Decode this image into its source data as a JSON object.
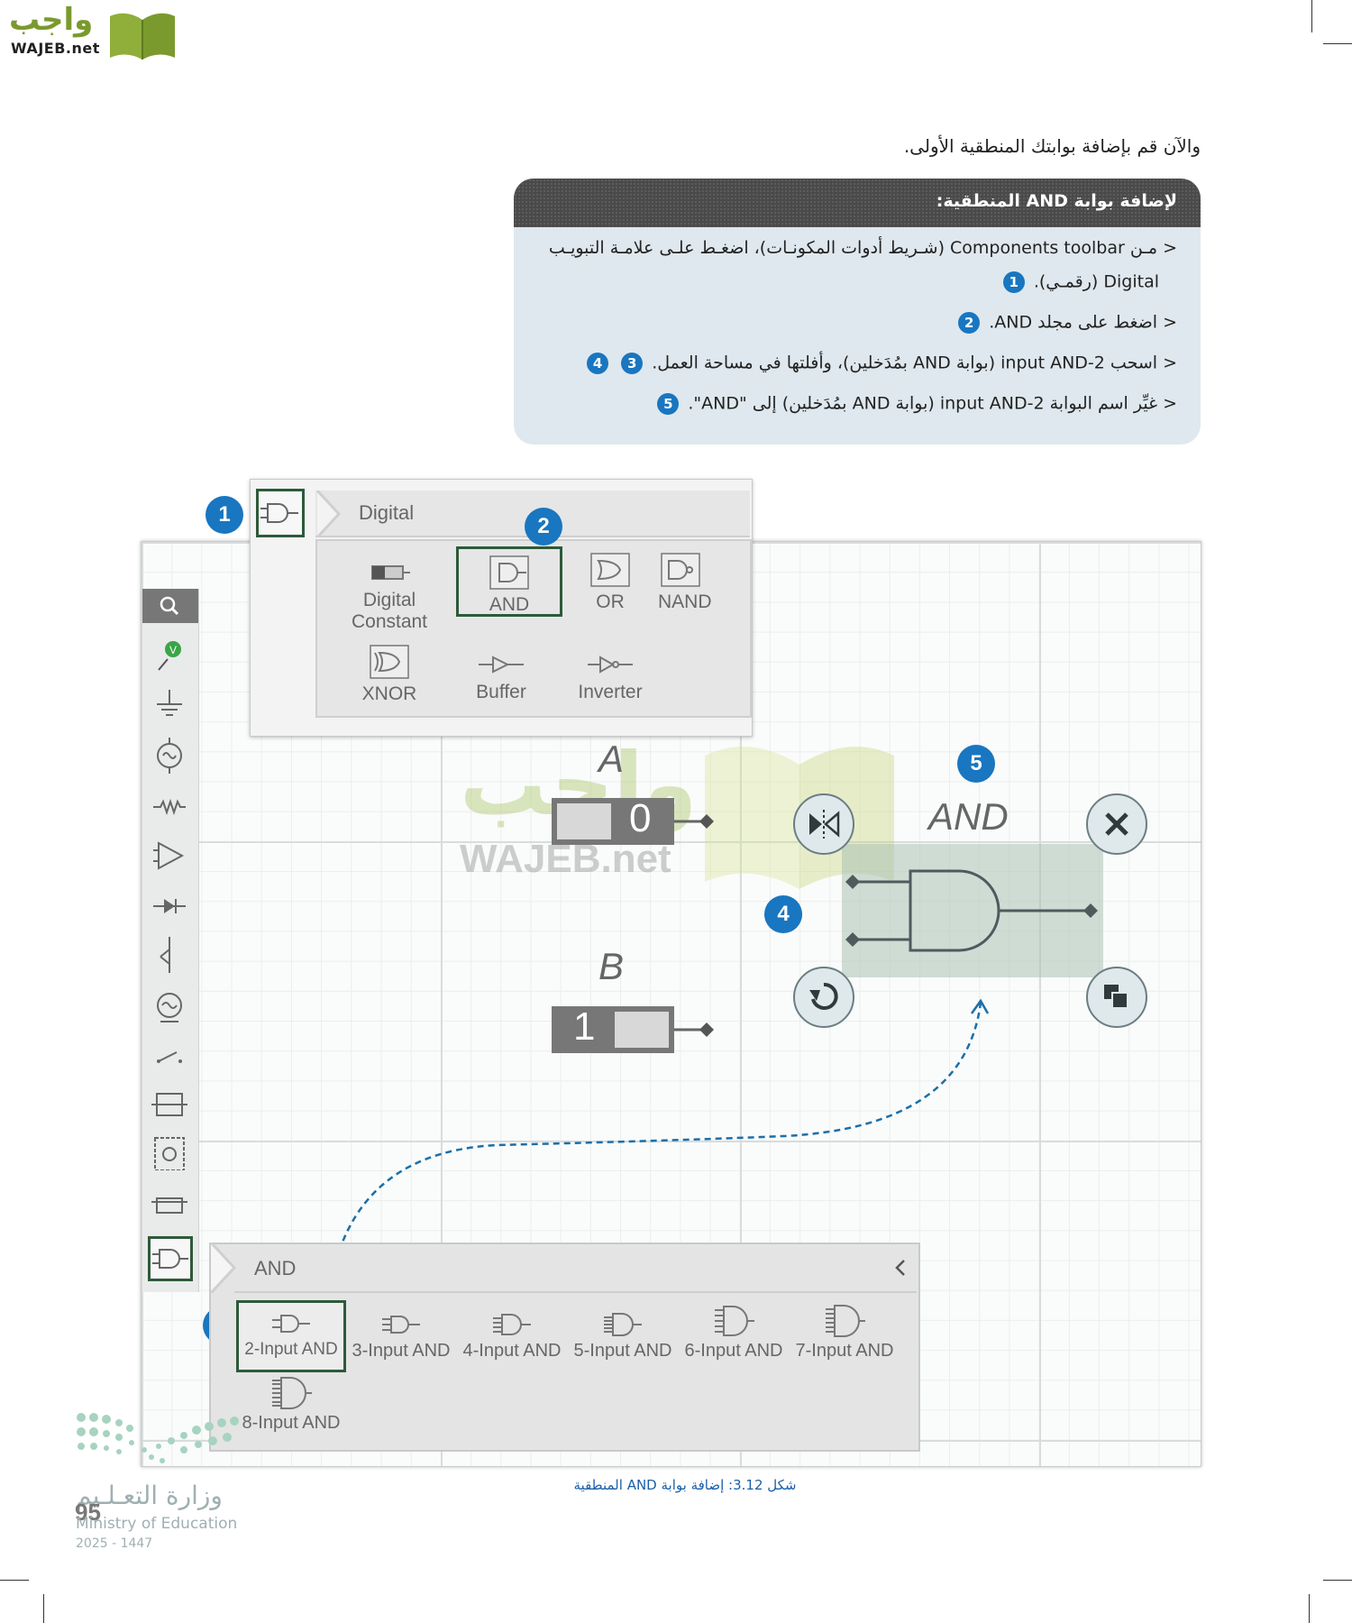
{
  "logo": {
    "arabic": "واجب",
    "latin": "WAJEB.net"
  },
  "intro_text": "والآن قم بإضافة بوابتك المنطقية الأولى.",
  "instruction_box": {
    "title": "لإضافة بوابة AND المنطقية:",
    "steps": [
      {
        "line1": "< مـن Components toolbar (شـريط أدوات المكونـات)، اضغـط علـى علامـة التبويـب",
        "line2": "Digital (رقمـي).",
        "marker": "1"
      },
      {
        "text": "< اضغط على مجلد AND.",
        "marker": "2"
      },
      {
        "text": "< اسحب 2-input AND (بوابة AND بمُدَخلين)، وأفلتها في مساحة العمل.",
        "marker_a": "3",
        "marker_b": "4"
      },
      {
        "text": "< غيِّر اسم البوابة 2-input AND (بوابة AND بمُدَخلين) إلى \"AND\".",
        "marker": "5"
      }
    ]
  },
  "digital_panel": {
    "header": "Digital",
    "items": [
      {
        "label1": "Digital",
        "label2": "Constant"
      },
      {
        "label1": "AND",
        "label2": ""
      },
      {
        "label1": "OR",
        "label2": ""
      },
      {
        "label1": "NAND",
        "label2": ""
      },
      {
        "label1": "XNOR",
        "label2": ""
      },
      {
        "label1": "Buffer",
        "label2": ""
      },
      {
        "label1": "Inverter",
        "label2": ""
      }
    ]
  },
  "and_panel": {
    "header": "AND",
    "items": [
      "2-Input AND",
      "3-Input AND",
      "4-Input AND",
      "5-Input AND",
      "6-Input AND",
      "7-Input AND",
      "8-Input AND"
    ]
  },
  "circuit": {
    "input_a": {
      "label": "A",
      "value": "0"
    },
    "input_b": {
      "label": "B",
      "value": "1"
    },
    "gate_label": "AND"
  },
  "callouts": [
    "1",
    "2",
    "3",
    "4",
    "5"
  ],
  "watermark": {
    "arabic": "واجب",
    "latin": "WAJEB.net"
  },
  "caption": "شكل 3.12: إضافة بوابة AND المنطقية",
  "footer": {
    "ministry_ar": "وزارة التعـلـيم",
    "ministry_en": "Ministry of Education",
    "year": "2025 - 1447",
    "page_number": "95"
  },
  "colors": {
    "callout_blue": "#1976c0",
    "box_bg": "#dfe8ee",
    "selection_green": "#2d5a3a",
    "logo_green": "#7a9a2e"
  }
}
